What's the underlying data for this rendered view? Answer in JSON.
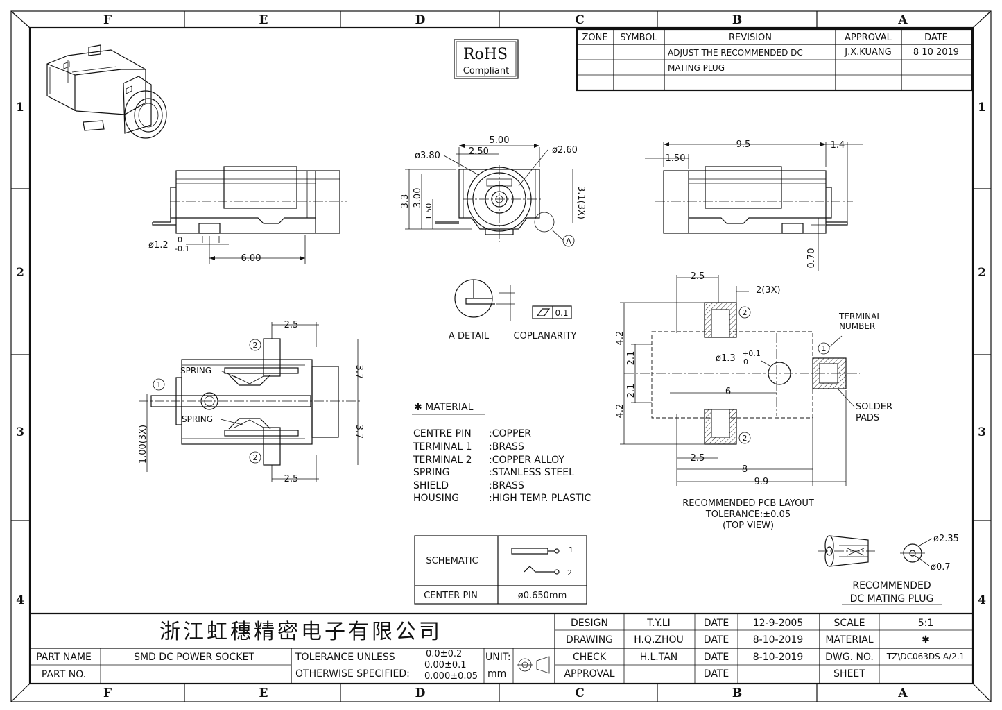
{
  "zones": {
    "columns": [
      "F",
      "E",
      "D",
      "C",
      "B",
      "A"
    ],
    "rows": [
      "1",
      "2",
      "3",
      "4"
    ]
  },
  "rohs": {
    "title": "RoHS",
    "subtitle": "Compliant"
  },
  "revision_table": {
    "headers": {
      "zone": "ZONE",
      "symbol": "SYMBOL",
      "revision": "REVISION",
      "approval": "APPROVAL",
      "date": "DATE"
    },
    "row1": {
      "revision": "ADJUST THE RECOMMENDED DC",
      "approval": "J.X.KUANG",
      "date": "8 10 2019"
    },
    "row2": {
      "revision": "MATING PLUG"
    }
  },
  "dims": {
    "d_1_2": "ø1.2",
    "d_1_2_tol_top": "0",
    "d_1_2_tol_bot": "-0.1",
    "d_6_00": "6.00",
    "d_5_00": "5.00",
    "d_3_80": "ø3.80",
    "d_2_50": "2.50",
    "d_2_60": "ø2.60",
    "d_3_3": "3.3",
    "d_3_00": "3.00",
    "d_1_50v": "1.50",
    "d_3_1": "3.1(3X)",
    "detail_a": "A",
    "d_9_5": "9.5",
    "d_1_4": "1.4",
    "d_1_50h": "1.50",
    "d_0_70": "0.70",
    "d_2_5_top": "2.5",
    "d_2_5_bot": "2.5",
    "d_3_7a": "3.7",
    "d_3_7b": "3.7",
    "d_1_00": "1.00(3X)",
    "spring_top": "SPRING",
    "spring_bot": "SPRING",
    "a_detail": "A DETAIL",
    "coplanarity": "COPLANARITY",
    "coplanarity_val": "0.1",
    "pcb_2_5_top": "2.5",
    "pcb_2_3x": "2(3X)",
    "pcb_4_2a": "4.2",
    "pcb_2_1a": "2.1",
    "pcb_1_3": "ø1.3",
    "pcb_1_3_tol_top": "+0.1",
    "pcb_1_3_tol_bot": "0",
    "pcb_2_1b": "2.1",
    "pcb_4_2b": "4.2",
    "pcb_6": "6",
    "pcb_2_5_bot": "2.5",
    "pcb_8": "8",
    "pcb_9_9": "9.9",
    "terminal_number_1": "TERMINAL",
    "terminal_number_2": "NUMBER",
    "solder_pads_1": "SOLDER",
    "solder_pads_2": "PADS",
    "pcb_caption_1": "RECOMMENDED PCB LAYOUT",
    "pcb_caption_2": "TOLERANCE:±0.05",
    "pcb_caption_3": "(TOP VIEW)",
    "plug_2_35": "ø2.35",
    "plug_0_7": "ø0.7",
    "plug_caption_1": "RECOMMENDED",
    "plug_caption_2": "DC MATING PLUG",
    "num1": "1",
    "num2": "2"
  },
  "materials": {
    "heading": "✱ MATERIAL",
    "rows": [
      {
        "part": "CENTRE PIN",
        "material": ":COPPER"
      },
      {
        "part": "TERMINAL 1",
        "material": ":BRASS"
      },
      {
        "part": "TERMINAL 2",
        "material": ":COPPER ALLOY"
      },
      {
        "part": "SPRING",
        "material": ":STANLESS STEEL"
      },
      {
        "part": "SHIELD",
        "material": ":BRASS"
      },
      {
        "part": "HOUSING",
        "material": ":HIGH TEMP. PLASTIC"
      }
    ]
  },
  "schematic": {
    "label": "SCHEMATIC",
    "pin1": "1",
    "pin2": "2",
    "center_pin_label": "CENTER PIN",
    "center_pin_value": "ø0.650mm"
  },
  "title_block": {
    "company": "浙江虹穗精密电子有限公司",
    "part_name_label": "PART NAME",
    "part_name_value": "SMD DC POWER SOCKET",
    "part_no_label": "PART NO.",
    "tol_label_1": "TOLERANCE UNLESS",
    "tol_label_2": "OTHERWISE SPECIFIED:",
    "tol_1": "0.0±0.2",
    "tol_2": "0.00±0.1",
    "tol_3": "0.000±0.05",
    "unit_label": "UNIT:",
    "unit_value": "mm",
    "design_label": "DESIGN",
    "design_by": "T.Y.LI",
    "design_date_label": "DATE",
    "design_date": "12-9-2005",
    "drawing_label": "DRAWING",
    "drawing_by": "H.Q.ZHOU",
    "drawing_date_label": "DATE",
    "drawing_date": "8-10-2019",
    "check_label": "CHECK",
    "check_by": "H.L.TAN",
    "check_date_label": "DATE",
    "check_date": "8-10-2019",
    "approval_label": "APPROVAL",
    "approval_date_label": "DATE",
    "scale_label": "SCALE",
    "scale_value": "5:1",
    "material_label": "MATERIAL",
    "material_value": "✱",
    "dwg_label": "DWG. NO.",
    "dwg_value": "TZ\\DC063DS-A/2.1",
    "sheet_label": "SHEET"
  }
}
